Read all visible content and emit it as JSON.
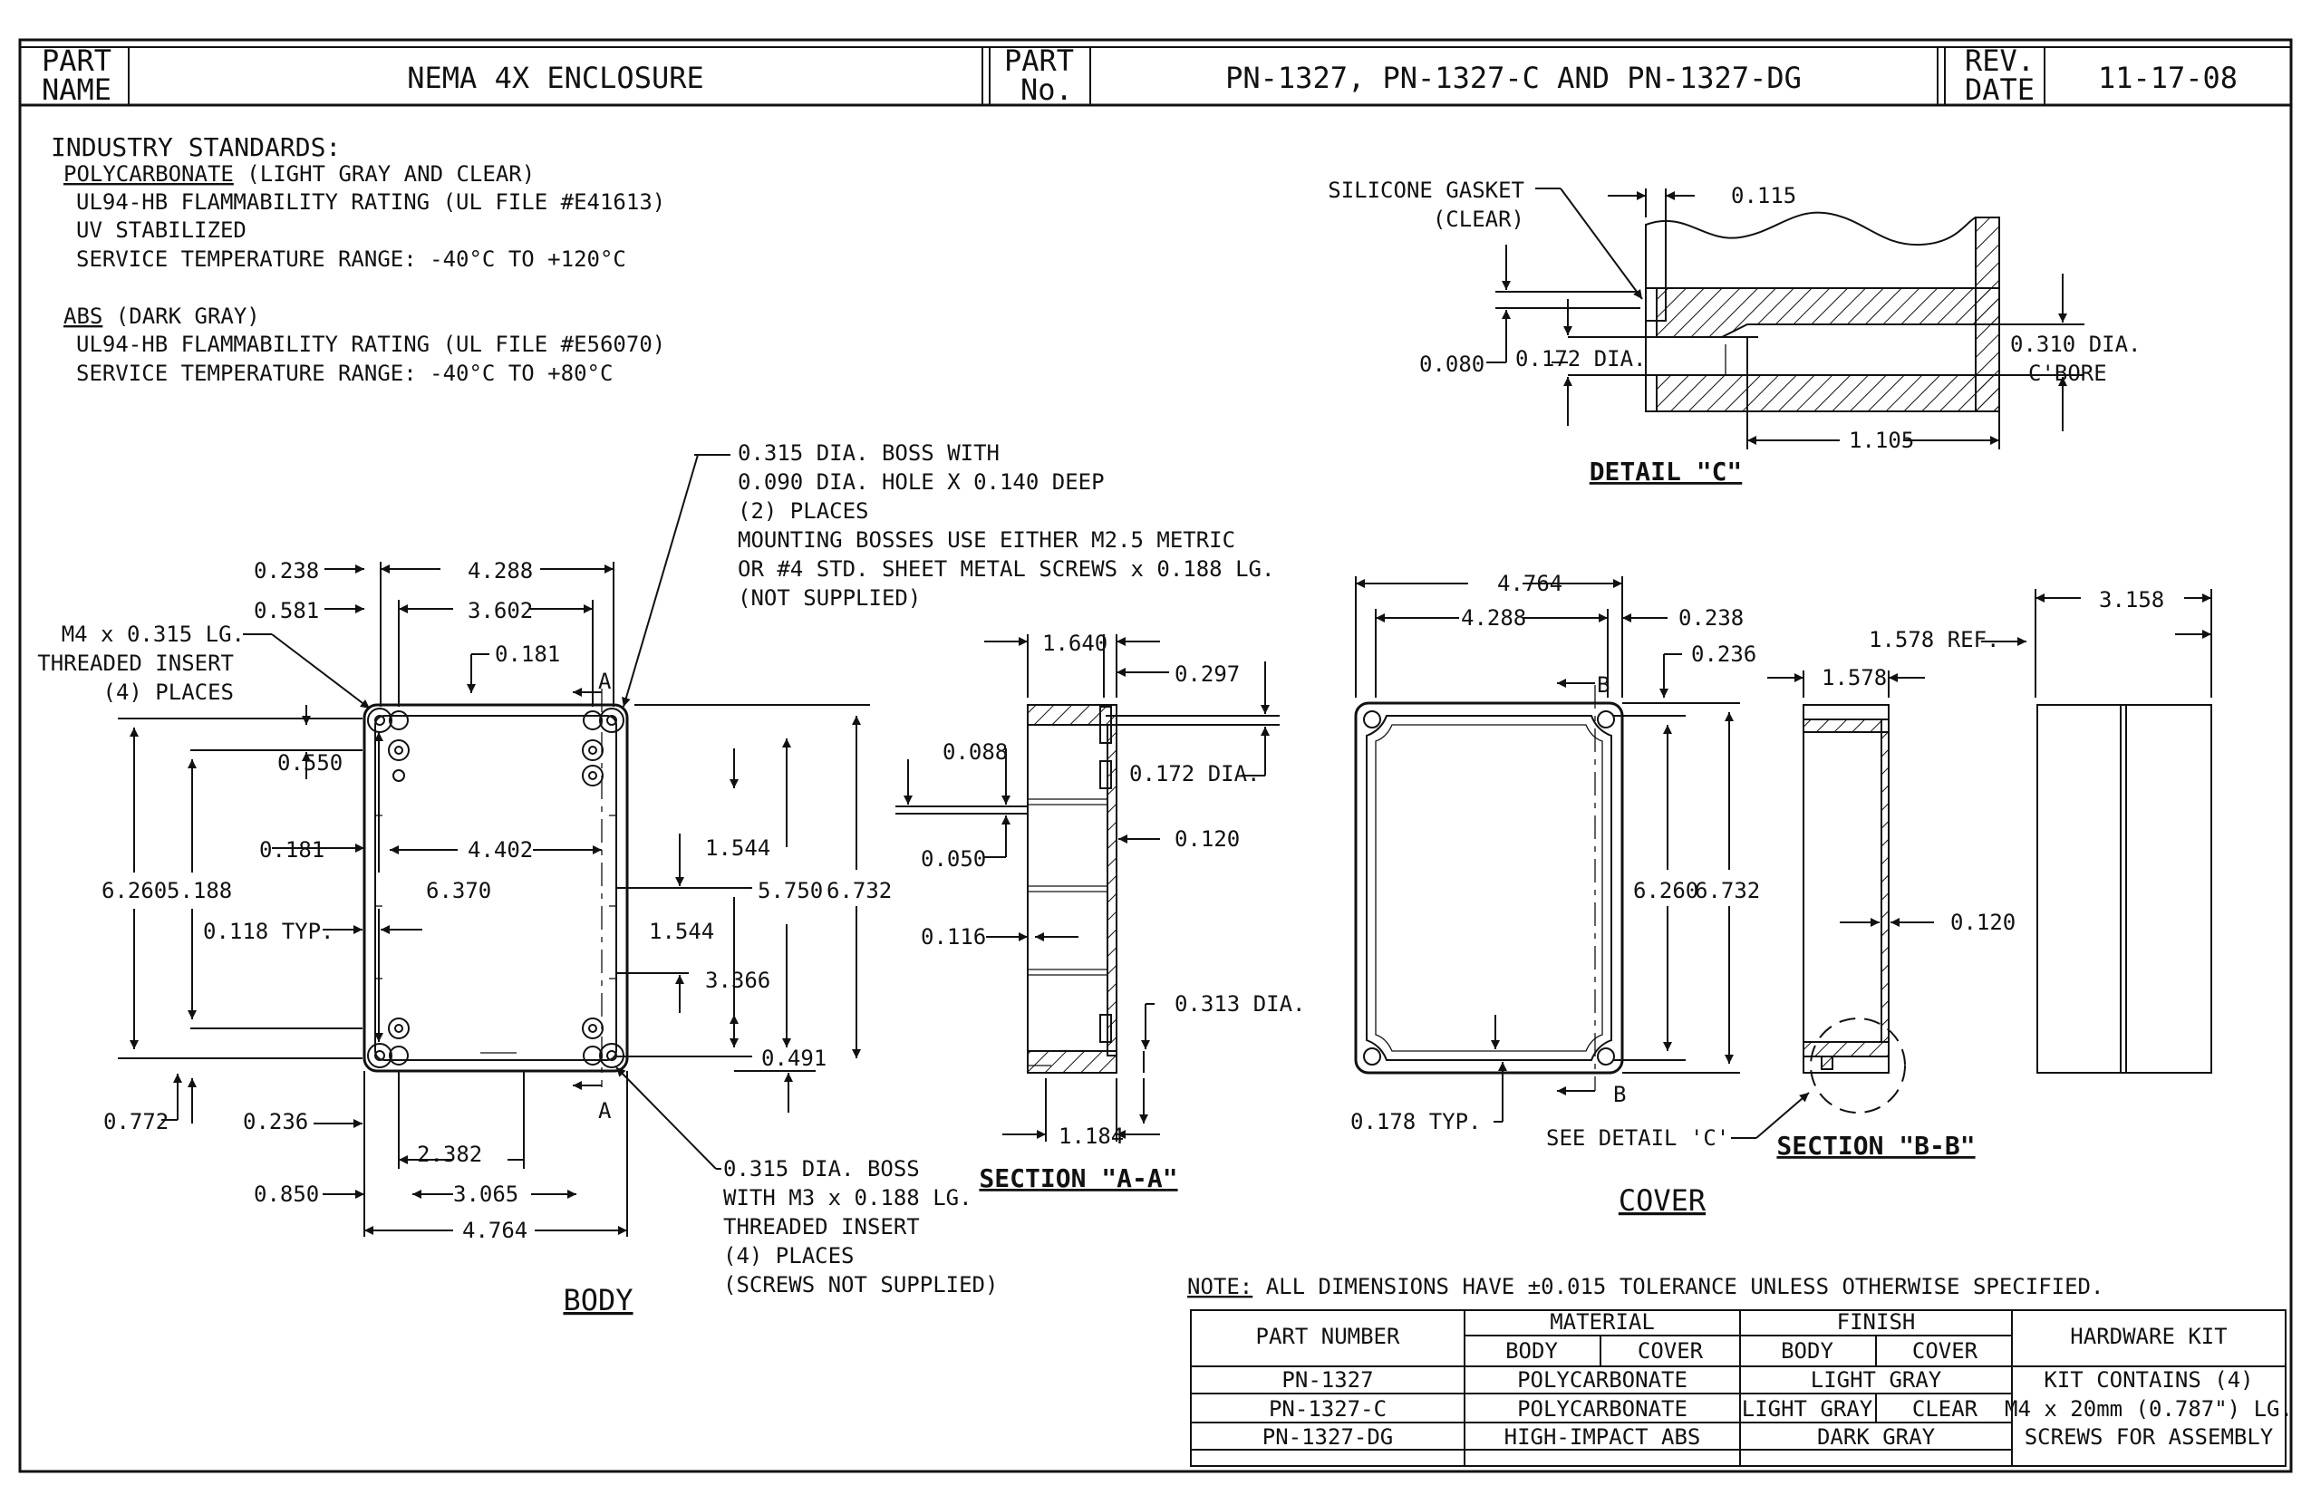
{
  "title_block": {
    "part_name_label_1": "PART",
    "part_name_label_2": "NAME",
    "part_name": "NEMA 4X ENCLOSURE",
    "part_no_label_1": "PART",
    "part_no_label_2": "No.",
    "part_no": "PN-1327, PN-1327-C AND PN-1327-DG",
    "rev_label_1": "REV.",
    "rev_label_2": "DATE",
    "rev_date": "11-17-08"
  },
  "standards": {
    "heading": "INDUSTRY STANDARDS:",
    "pc_name": "POLYCARBONATE",
    "pc_suffix": " (LIGHT GRAY AND CLEAR)",
    "pc_line1": "UL94-HB FLAMMABILITY RATING (UL FILE #E41613)",
    "pc_line2": "UV STABILIZED",
    "pc_line3": "SERVICE TEMPERATURE RANGE: -40°C TO +120°C",
    "abs_name": "ABS",
    "abs_suffix": " (DARK GRAY)",
    "abs_line1": "UL94-HB FLAMMABILITY RATING (UL FILE #E56070)",
    "abs_line2": "SERVICE TEMPERATURE RANGE: -40°C TO +80°C"
  },
  "body_view": {
    "title": "BODY",
    "boss_note_1": "0.315 DIA. BOSS WITH",
    "boss_note_2": "0.090 DIA. HOLE X 0.140 DEEP",
    "boss_note_3": "(2) PLACES",
    "boss_note_4": "MOUNTING BOSSES USE EITHER M2.5 METRIC",
    "boss_note_5": "OR #4 STD. SHEET METAL SCREWS x 0.188 LG.",
    "boss_note_6": "(NOT SUPPLIED)",
    "insert_note_1": "M4 x 0.315 LG.",
    "insert_note_2": "THREADED INSERT",
    "insert_note_3": "(4) PLACES",
    "boss2_note_1": "0.315 DIA. BOSS",
    "boss2_note_2": "WITH M3 x 0.188 LG.",
    "boss2_note_3": "THREADED INSERT",
    "boss2_note_4": "(4) PLACES",
    "boss2_note_5": "(SCREWS NOT SUPPLIED)",
    "section_mark": "A",
    "dims": [
      "0.238",
      "4.288",
      "0.581",
      "3.602",
      "0.181",
      "0.550",
      "0.181",
      "4.402",
      "6.260",
      "5.188",
      "6.370",
      "0.118 TYP.",
      "1.544",
      "1.544",
      "3.366",
      "5.750",
      "6.732",
      "0.491",
      "0.772",
      "0.236",
      "2.382",
      "0.850",
      "3.065",
      "4.764"
    ]
  },
  "section_aa": {
    "title": "SECTION \"A-A\"",
    "dims": [
      "1.640",
      "0.297",
      "0.088",
      "0.172 DIA.",
      "0.050",
      "0.120",
      "0.116",
      "0.313 DIA.",
      "1.184"
    ]
  },
  "detail_c": {
    "title": "DETAIL \"C\"",
    "gasket_1": "SILICONE GASKET",
    "gasket_2": "(CLEAR)",
    "dims": [
      "0.115",
      "0.080",
      "0.172 DIA.",
      "0.310 DIA.",
      "C'BORE",
      "1.105"
    ]
  },
  "cover_view": {
    "title": "COVER",
    "section_mark": "B",
    "see_detail": "SEE DETAIL 'C'",
    "dims": [
      "4.764",
      "4.288",
      "0.238",
      "0.236",
      "6.260",
      "6.732",
      "0.178 TYP."
    ]
  },
  "section_bb": {
    "title": "SECTION \"B-B\"",
    "dims": [
      "1.578 REF.",
      "1.578",
      "0.120",
      "3.158"
    ]
  },
  "note": {
    "label": "NOTE:",
    "text": " ALL DIMENSIONS HAVE ±0.015 TOLERANCE UNLESS OTHERWISE SPECIFIED."
  },
  "table": {
    "h_part": "PART NUMBER",
    "h_material": "MATERIAL",
    "h_finish": "FINISH",
    "h_body": "BODY",
    "h_cover": "COVER",
    "h_kit": "HARDWARE KIT",
    "rows": [
      {
        "part": "PN-1327",
        "material": "POLYCARBONATE",
        "finish": "LIGHT GRAY"
      },
      {
        "part": "PN-1327-C",
        "material": "POLYCARBONATE",
        "finish_body": "LIGHT GRAY",
        "finish_cover": "CLEAR"
      },
      {
        "part": "PN-1327-DG",
        "material": "HIGH-IMPACT ABS",
        "finish": "DARK GRAY"
      }
    ],
    "kit_1": "KIT CONTAINS (4)",
    "kit_2": "M4 x 20mm (0.787\") LG.",
    "kit_3": "SCREWS FOR ASSEMBLY"
  }
}
